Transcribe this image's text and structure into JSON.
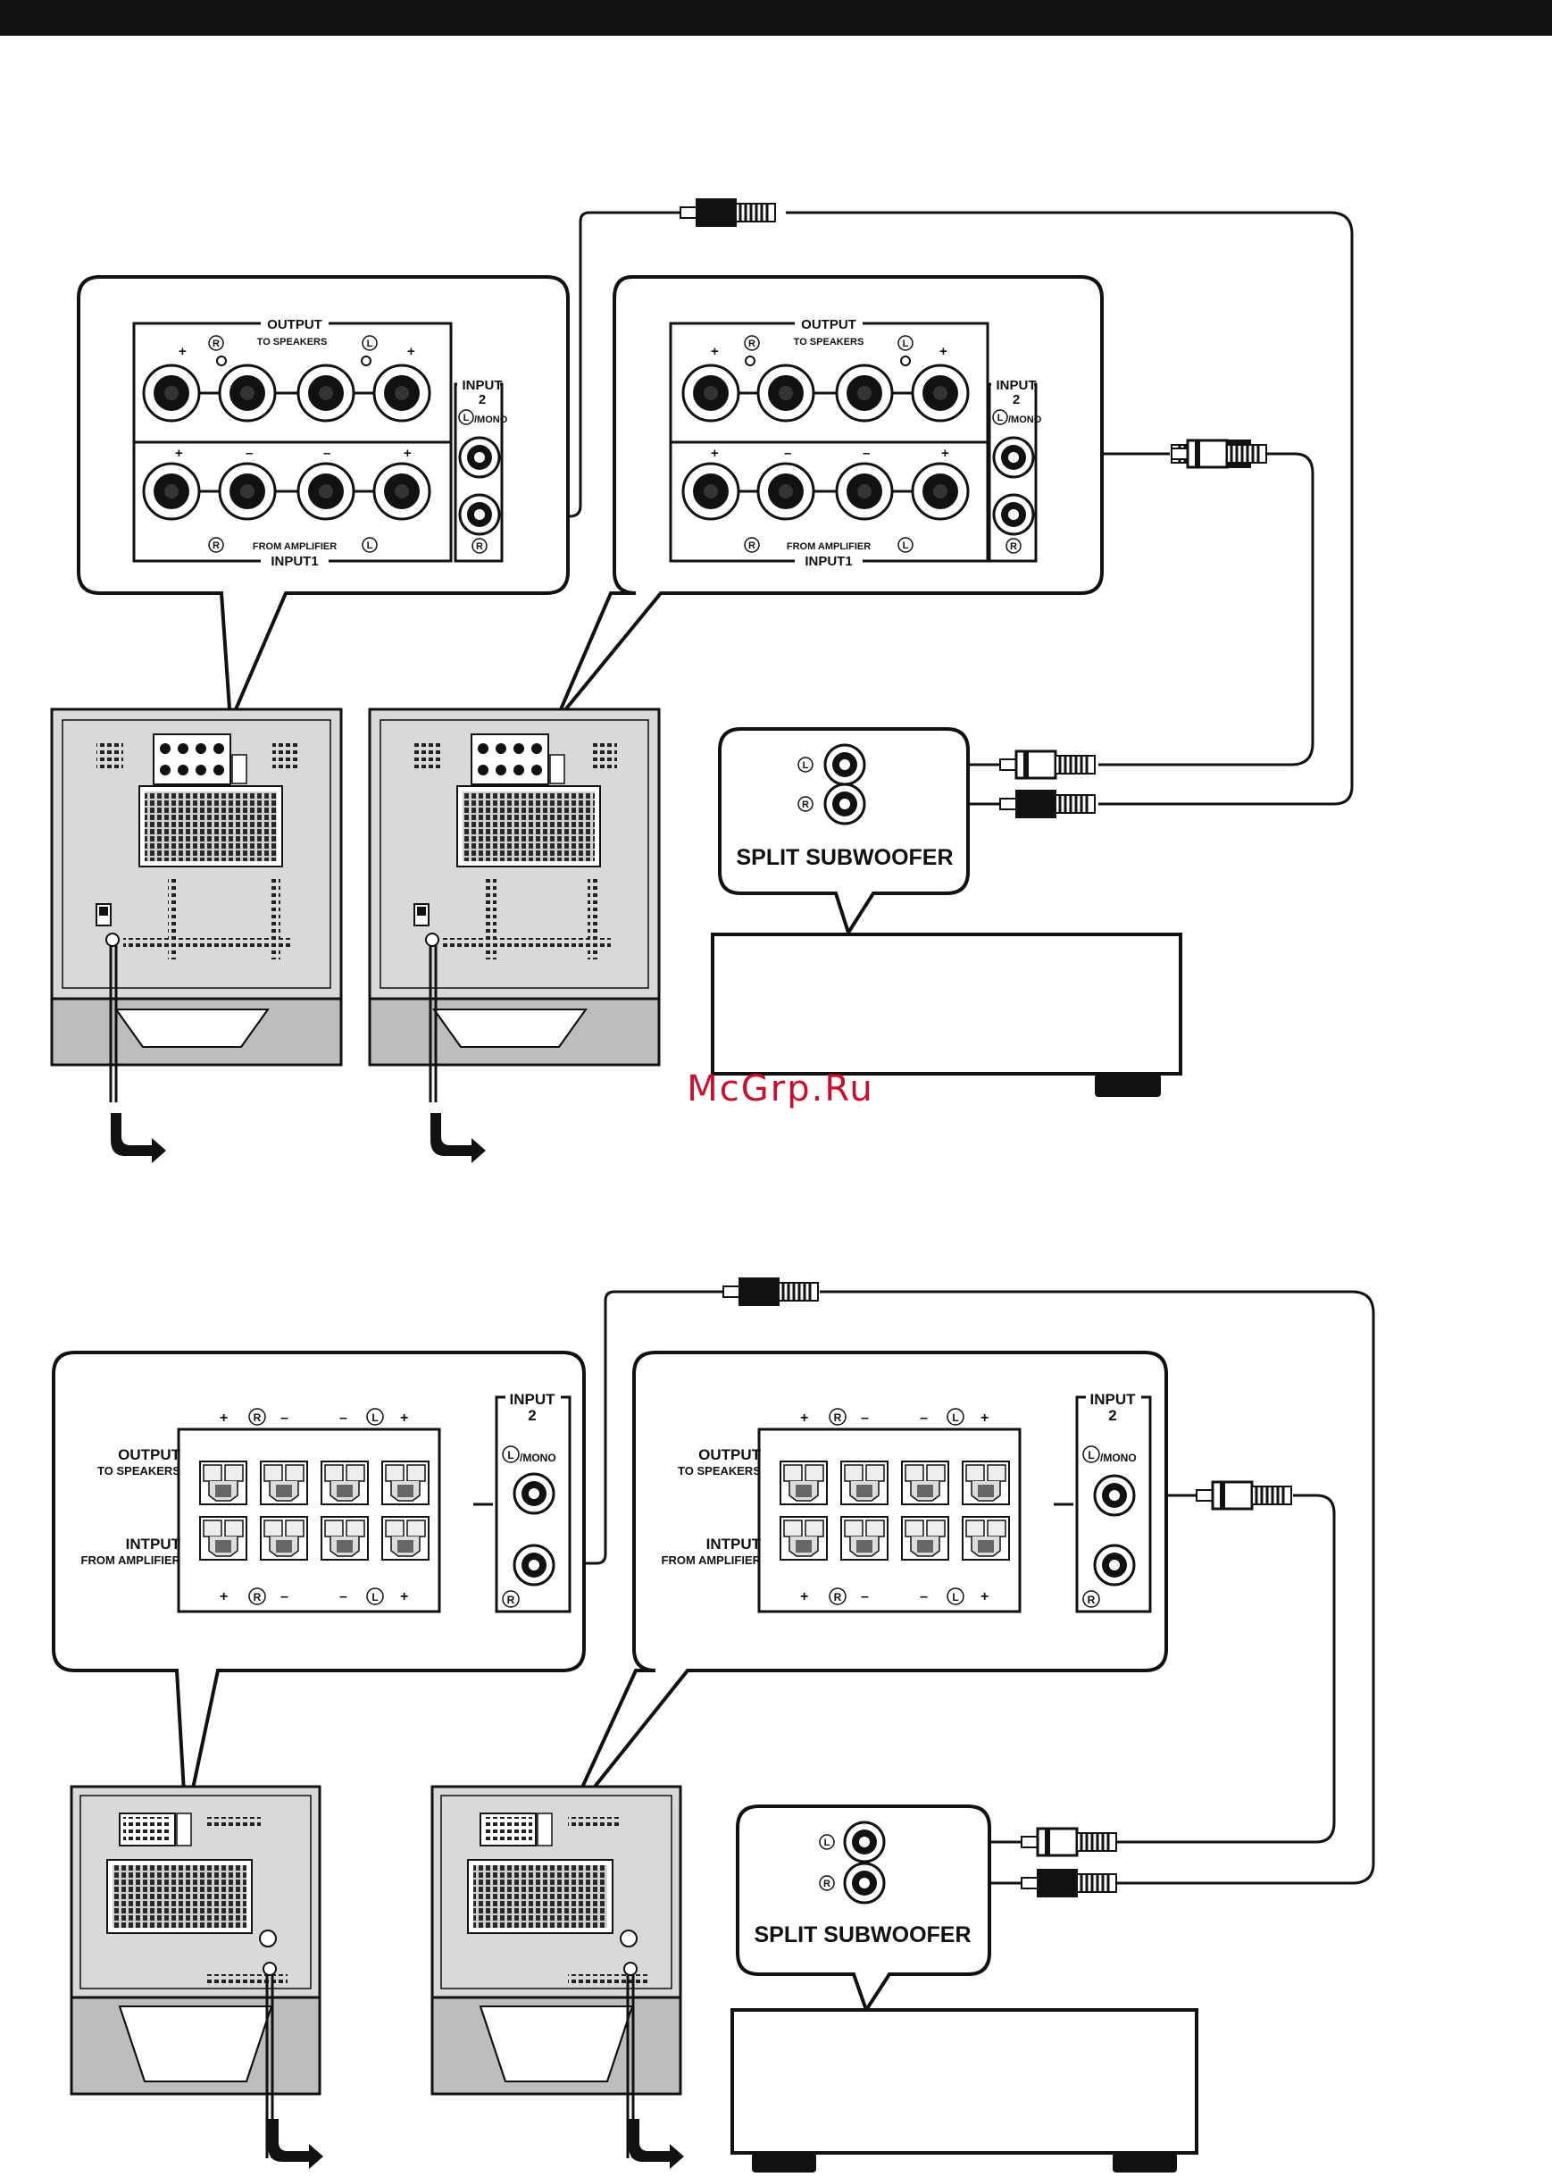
{
  "labels": {
    "output": "OUTPUT",
    "to_speakers": "TO SPEAKERS",
    "from_amplifier": "FROM AMPLIFIER",
    "input1": "INPUT1",
    "input_word": "INPUT",
    "input_num": "2",
    "mono": "/MONO",
    "intput": "INTPUT",
    "plus": "+",
    "minus": "–",
    "r": "R",
    "l": "L",
    "split_subwoofer": "SPLIT SUBWOOFER"
  },
  "watermark": "McGrp.Ru",
  "colors": {
    "ink": "#111111",
    "panel_gray": "#d9d9d9",
    "stand_gray": "#bdbdbd",
    "watermark": "#c8102e"
  },
  "icons": [
    "rca-plug-icon",
    "power-arrow-icon",
    "binding-post-icon"
  ]
}
